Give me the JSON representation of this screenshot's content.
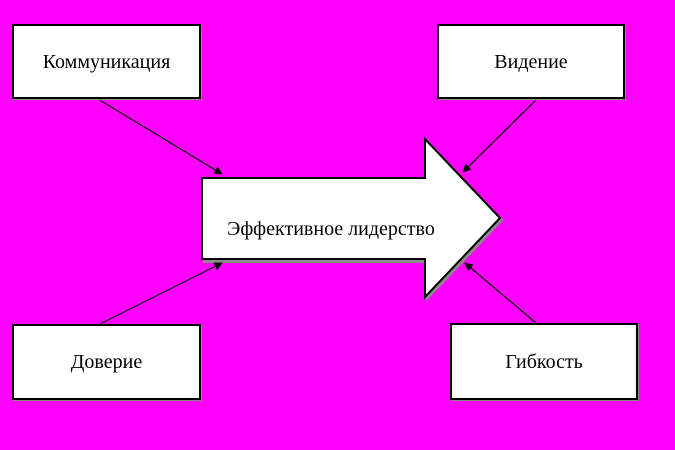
{
  "background_color": "#ff00ff",
  "diagram": {
    "center_shape": {
      "label": "Эффективное лидерство",
      "type": "right-arrow",
      "fill_color": "#ffffff",
      "border_color": "#000000"
    },
    "boxes": [
      {
        "id": "communication",
        "label": "Коммуникация",
        "position": "top-left"
      },
      {
        "id": "vision",
        "label": "Видение",
        "position": "top-right"
      },
      {
        "id": "trust",
        "label": "Доверие",
        "position": "bottom-left"
      },
      {
        "id": "flexibility",
        "label": "Гибкость",
        "position": "bottom-right"
      }
    ],
    "connectors": [
      {
        "from": "Коммуникация",
        "to": "Эффективное лидерство"
      },
      {
        "from": "Видение",
        "to": "Эффективное лидерство"
      },
      {
        "from": "Доверие",
        "to": "Эффективное лидерство"
      },
      {
        "from": "Гибкость",
        "to": "Эффективное лидерство"
      }
    ]
  }
}
